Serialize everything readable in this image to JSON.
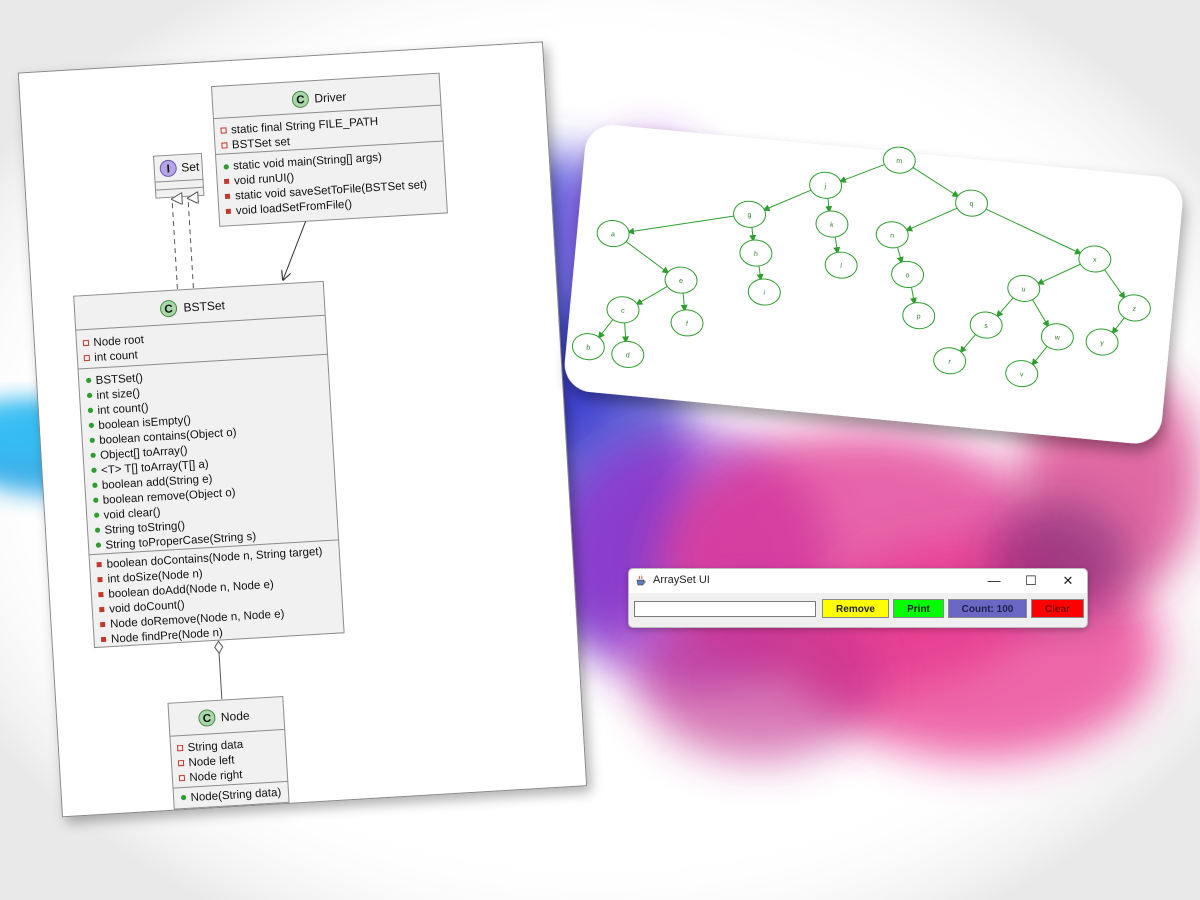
{
  "colors": {
    "tree_green": "#2e9e2e",
    "remove_button": "#ffff00",
    "print_button": "#00ff00",
    "count_button": "#6a67c4",
    "clear_button": "#ff0000"
  },
  "uml": {
    "set": {
      "stereotype": "I",
      "name": "Set"
    },
    "driver": {
      "stereotype": "C",
      "name": "Driver",
      "fields": [
        "static final String FILE_PATH",
        "BSTSet set"
      ],
      "methods": [
        "static void main(String[] args)",
        "void runUI()",
        "static void saveSetToFile(BSTSet set)",
        "void loadSetFromFile()"
      ]
    },
    "bstset": {
      "stereotype": "C",
      "name": "BSTSet",
      "fields": [
        "Node root",
        "int count"
      ],
      "public_methods": [
        "BSTSet()",
        "int size()",
        "int count()",
        "boolean isEmpty()",
        "boolean contains(Object o)",
        "Object[] toArray()",
        "<T> T[] toArray(T[] a)",
        "boolean add(String e)",
        "boolean remove(Object o)",
        "void clear()",
        "String toString()",
        "String toProperCase(String s)"
      ],
      "private_methods": [
        "boolean doContains(Node n, String target)",
        "int doSize(Node n)",
        "boolean doAdd(Node n, Node e)",
        "void doCount()",
        "Node doRemove(Node n, Node e)",
        "Node findPre(Node n)"
      ]
    },
    "node": {
      "stereotype": "C",
      "name": "Node",
      "fields": [
        "String data",
        "Node left",
        "Node right"
      ],
      "methods": [
        "Node(String data)"
      ]
    }
  },
  "tree": {
    "nodes": [
      "m",
      "j",
      "q",
      "g",
      "k",
      "n",
      "x",
      "a",
      "h",
      "l",
      "o",
      "u",
      "z",
      "e",
      "i",
      "p",
      "s",
      "w",
      "y",
      "c",
      "f",
      "r",
      "v",
      "b",
      "d"
    ],
    "edges": [
      [
        "m",
        "j"
      ],
      [
        "m",
        "q"
      ],
      [
        "j",
        "g"
      ],
      [
        "j",
        "k"
      ],
      [
        "q",
        "n"
      ],
      [
        "q",
        "x"
      ],
      [
        "g",
        "a"
      ],
      [
        "g",
        "h"
      ],
      [
        "k",
        "l"
      ],
      [
        "n",
        "o"
      ],
      [
        "x",
        "u"
      ],
      [
        "x",
        "z"
      ],
      [
        "a",
        "e"
      ],
      [
        "h",
        "i"
      ],
      [
        "o",
        "p"
      ],
      [
        "u",
        "s"
      ],
      [
        "u",
        "w"
      ],
      [
        "z",
        "y"
      ],
      [
        "e",
        "c"
      ],
      [
        "e",
        "f"
      ],
      [
        "s",
        "r"
      ],
      [
        "w",
        "v"
      ],
      [
        "c",
        "b"
      ],
      [
        "c",
        "d"
      ]
    ]
  },
  "window": {
    "title": "ArraySet UI",
    "minimize": "—",
    "maximize": "☐",
    "close": "✕",
    "input_value": "",
    "buttons": {
      "remove": "Remove",
      "print": "Print",
      "count": "Count: 100",
      "clear": "Clear"
    }
  }
}
